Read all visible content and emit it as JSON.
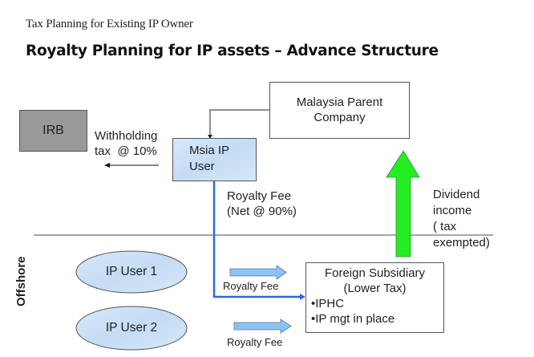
{
  "header": {
    "subtitle": "Tax Planning for  Existing IP Owner",
    "title": "Royalty Planning for IP assets – Advance Structure"
  },
  "diagram": {
    "nodes": {
      "irb": {
        "label": "IRB",
        "fill": "#999999"
      },
      "msia_ip_user": {
        "line1": "Msia IP",
        "line2": "User",
        "fill": "#cfe3f7"
      },
      "malaysia_parent": {
        "line1": "Malaysia Parent",
        "line2": "Company"
      },
      "foreign_subsidiary": {
        "line1": "Foreign Subsidiary",
        "line2": "(Lower Tax)",
        "bullets": [
          "•IPHC",
          "•IP mgt in place"
        ]
      },
      "ip_user_1": {
        "label": "IP User 1",
        "fill": "#cfe3f7"
      },
      "ip_user_2": {
        "label": "IP User 2",
        "fill": "#cfe3f7"
      }
    },
    "labels": {
      "withholding_line1": "Withholding",
      "withholding_line2": "tax  @ 10%",
      "royalty_net_line1": "Royalty Fee",
      "royalty_net_line2": "(Net @ 90%)",
      "dividend_line1": "Dividend",
      "dividend_line2": "income",
      "dividend_line3": "( tax",
      "dividend_line4": "exempted)",
      "royalty_fee_1": "Royalty Fee",
      "royalty_fee_2": "Royalty Fee",
      "offshore": "Offshore"
    },
    "colors": {
      "royalty_flow": "#3366dd",
      "dividend_arrow": "#22ee22",
      "royalty_block_arrow": "#8ec3f0"
    }
  }
}
